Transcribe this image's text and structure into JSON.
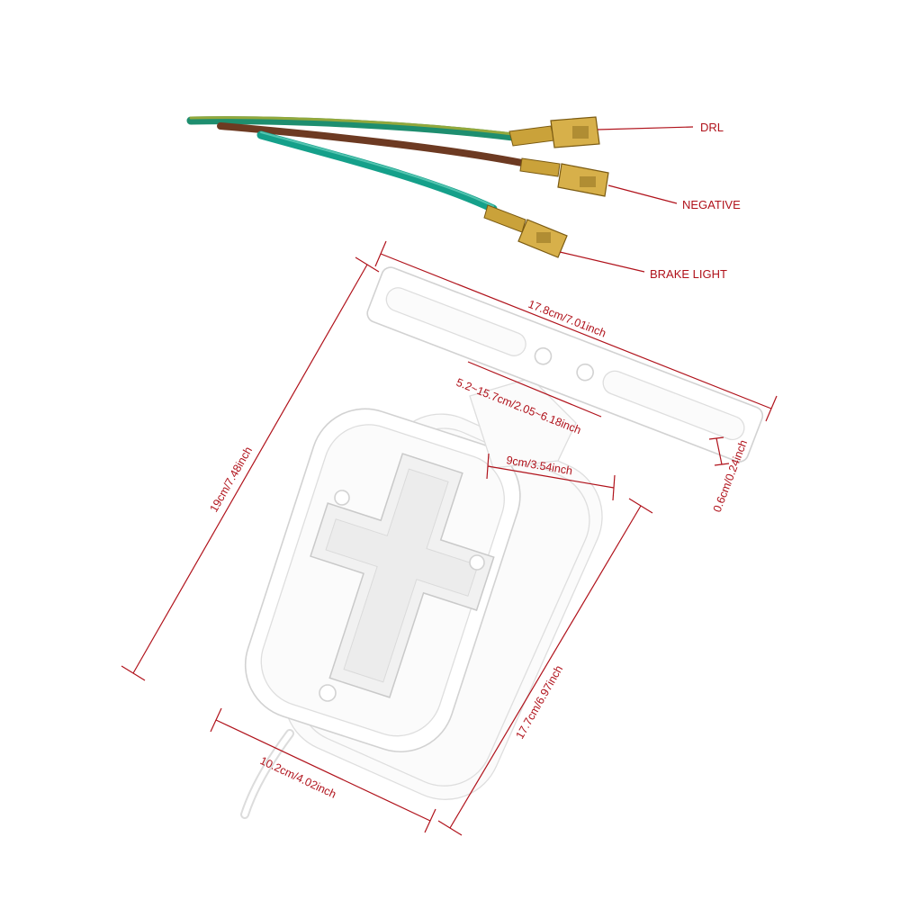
{
  "colors": {
    "wire_green": "#159a82",
    "wire_yellow_green": "#9fa830",
    "wire_brown": "#6d3a22",
    "terminal_gold": "#c9a230",
    "label_red": "#b0121b",
    "outline_gray": "#d2d2d2"
  },
  "wires": {
    "drl_label": "DRL",
    "negative_label": "NEGATIVE",
    "brake_label": "BRAKE LIGHT"
  },
  "dimensions": {
    "bracket_length": "17.8cm/7.01inch",
    "slot_range": "5.2~15.7cm/2.05~6.18inch",
    "bracket_thickness": "0.6cm/0.24inch",
    "lamp_top_width": "9cm/3.54inch",
    "total_height": "19cm/7.48inch",
    "lamp_height": "17.7cm/6.97inch",
    "lamp_width": "10.2cm/4.02inch"
  }
}
